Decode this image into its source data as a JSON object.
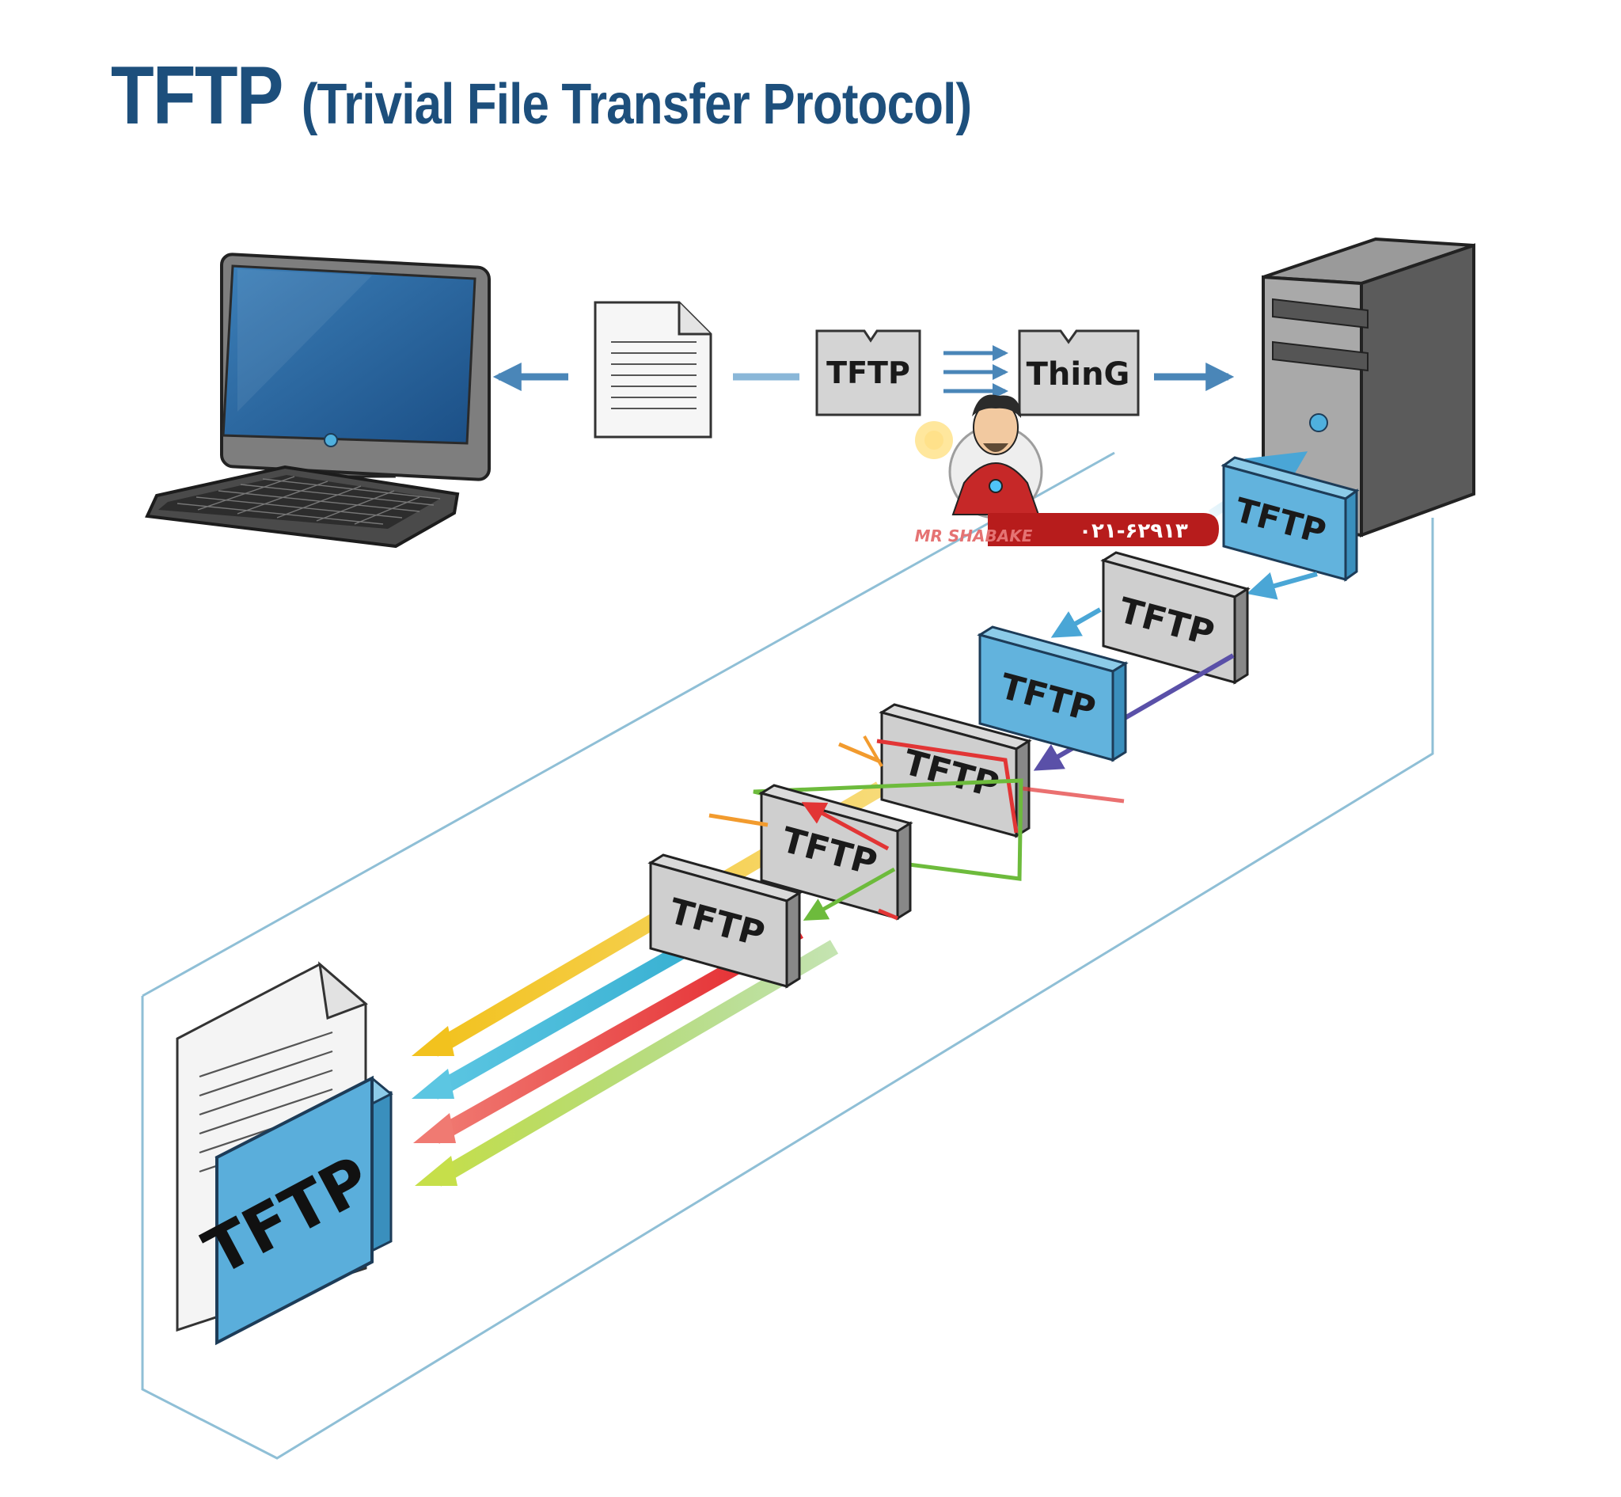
{
  "title": {
    "main": "TFTP",
    "sub": "(Trivial File Transfer Protocol)"
  },
  "labels": {
    "top_packet": "TFTP",
    "top_thing": "ThinG",
    "server_packet": "TFTP",
    "stack_1": "TFTP",
    "stack_2": "TFTP",
    "stack_3": "TFTP",
    "stack_4": "TFTP",
    "stack_5": "TFTP",
    "file_box": "TFTP"
  },
  "watermark": {
    "phone": "۰۲۱-۶۲۹۱۳",
    "brand": "MR SHABAKE"
  },
  "colors": {
    "title": "#1d4f7c",
    "arrow_blue": "#4a86b8",
    "packet_blue": "#5aaedb",
    "packet_gray": "#cfcfcf",
    "outline": "#8fbfd6",
    "stream_yellow": "#f2c21e",
    "stream_cyan": "#38b6d6",
    "stream_red": "#e8383a",
    "stream_green": "#7cc341",
    "badge_red": "#b71c1c"
  }
}
